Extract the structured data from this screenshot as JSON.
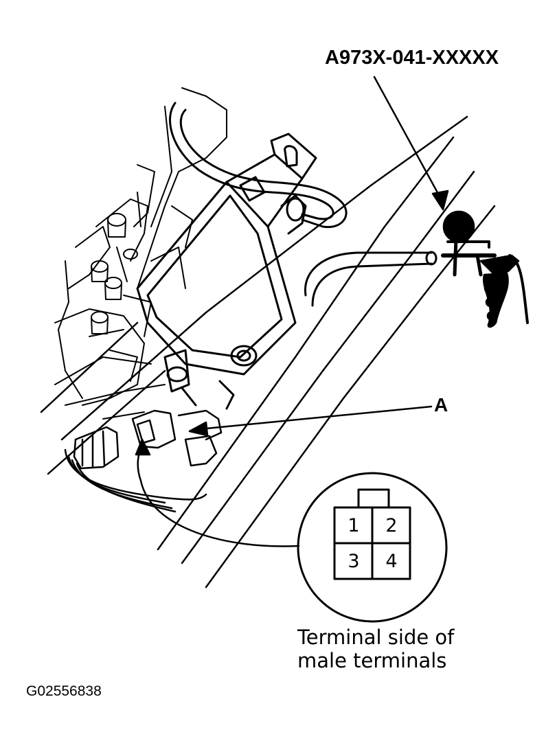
{
  "diagram": {
    "part_number": "A973X-041-XXXXX",
    "callout_a": "A",
    "terminal_caption_line1": "Terminal side of",
    "terminal_caption_line2": "male terminals",
    "figure_id": "G02556838",
    "connector_pins": [
      "1",
      "2",
      "3",
      "4"
    ]
  },
  "colors": {
    "ink": "#000000",
    "paper": "#ffffff"
  },
  "icons": [
    "vacuum-pump-icon",
    "connector-icon"
  ]
}
